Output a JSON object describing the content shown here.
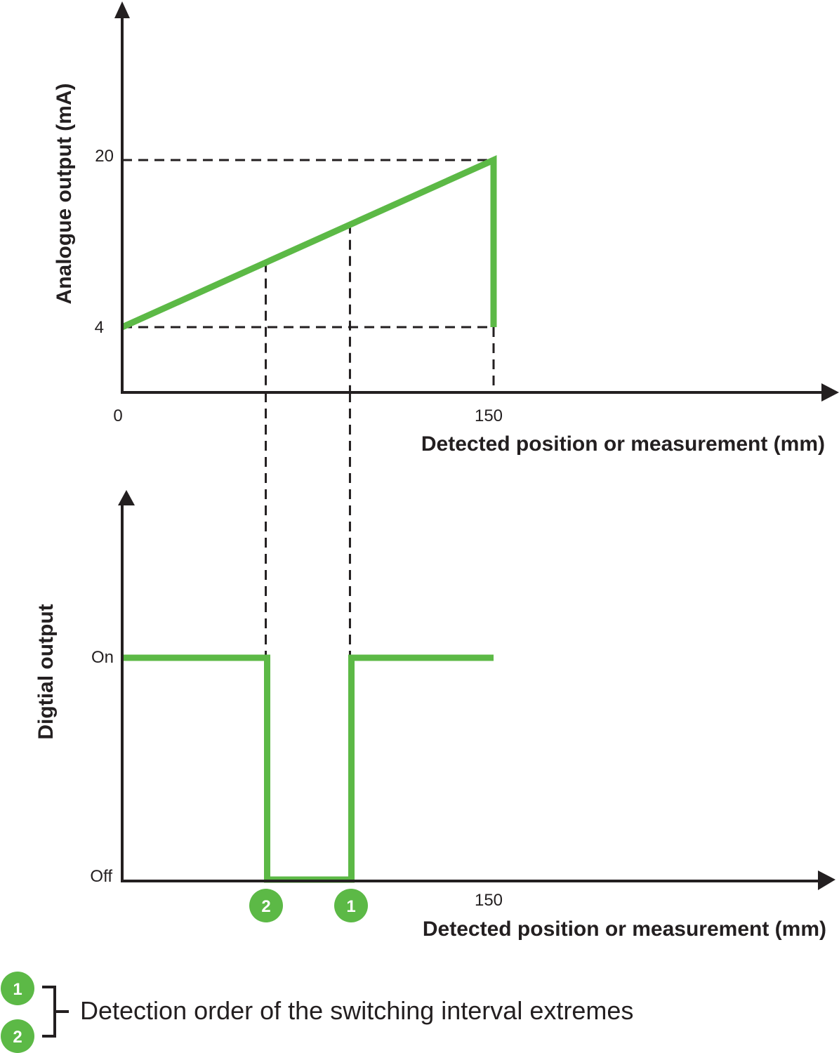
{
  "colors": {
    "series": "#5cb946",
    "axis": "#231f20",
    "marker_fill": "#5cb946",
    "marker_text": "#ffffff"
  },
  "chart_data": [
    {
      "type": "line",
      "xlabel": "Detected position or measurement (mm)",
      "ylabel": "Analogue output (mA)",
      "x_ticks": [
        "0",
        "150"
      ],
      "y_ticks": [
        "4",
        "20"
      ],
      "xlim": [
        0,
        150
      ],
      "ylim": [
        4,
        20
      ],
      "grid": false,
      "series": [
        {
          "x": [
            0,
            150,
            150
          ],
          "y": [
            4,
            20,
            4
          ]
        }
      ],
      "switch_points": [
        {
          "x": 58,
          "y": 10.2
        },
        {
          "x": 92,
          "y": 13.9
        }
      ]
    },
    {
      "type": "line",
      "xlabel": "Detected position or measurement (mm)",
      "ylabel": "Digtial output",
      "x_ticks": [
        "150"
      ],
      "y_ticks": [
        "On",
        "Off"
      ],
      "grid": false,
      "series": [
        {
          "x": [
            0,
            58,
            58,
            92,
            92,
            150
          ],
          "y": [
            "On",
            "On",
            "Off",
            "Off",
            "On",
            "On"
          ]
        }
      ],
      "markers": [
        {
          "x": 58,
          "label": "2"
        },
        {
          "x": 92,
          "label": "1"
        }
      ]
    }
  ],
  "legend": {
    "markers": [
      "1",
      "2"
    ],
    "text": "Detection order of  the switching interval extremes"
  }
}
